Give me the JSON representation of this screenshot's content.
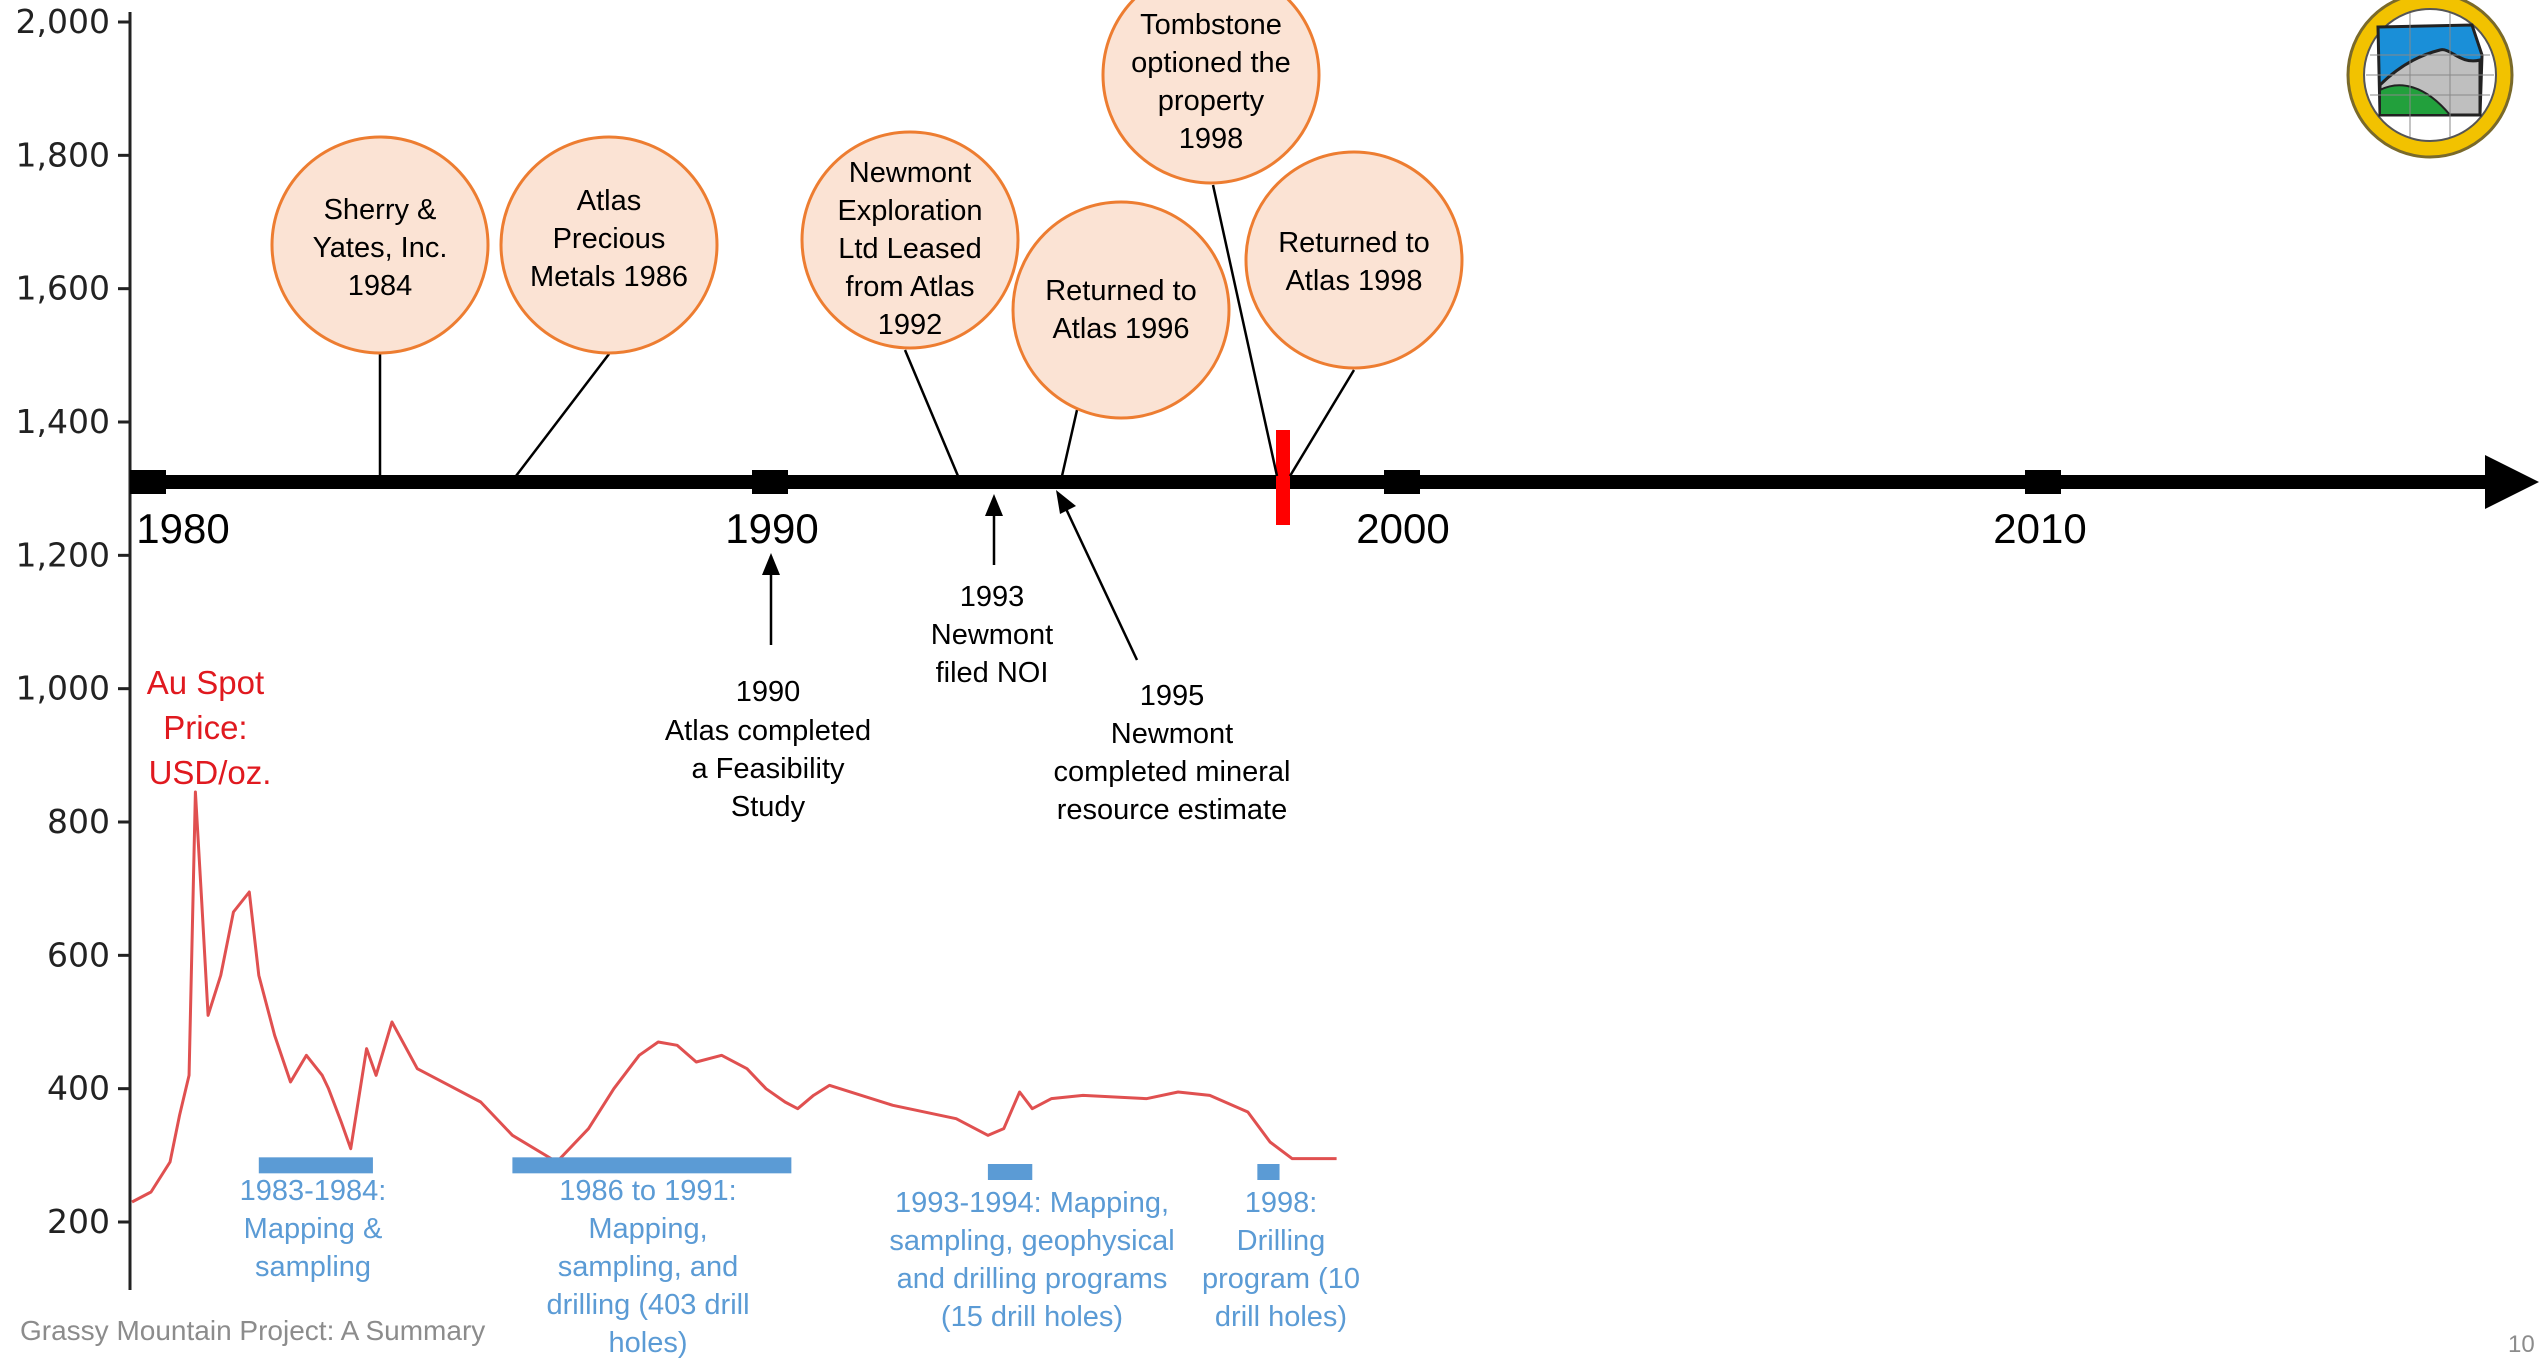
{
  "footer": {
    "title": "Grassy Mountain Project: A Summary",
    "page_number": "10"
  },
  "chart_data": {
    "type": "line",
    "price_label": [
      "Au Spot",
      "Price:",
      "USD/oz."
    ],
    "y_ticks": [
      "200",
      "400",
      "600",
      "800",
      "1,000",
      "1,200",
      "1,400",
      "1,600",
      "1,800",
      "2,000"
    ],
    "ylim": [
      100,
      2000
    ],
    "xlim": [
      1980,
      2017
    ],
    "x_ticks": [
      "1980",
      "1990",
      "2000",
      "2010"
    ],
    "series": [
      {
        "color": "#e05050",
        "x": [
          1980,
          1980.3,
          1980.6,
          1980.75,
          1980.9,
          1981.0,
          1981.1,
          1981.2,
          1981.4,
          1981.6,
          1981.85,
          1982.0,
          1982.25,
          1982.5,
          1982.75,
          1983.0,
          1983.1,
          1983.3,
          1983.45,
          1983.7,
          1983.85,
          1984.1,
          1984.5,
          1985.0,
          1985.5,
          1986.0,
          1986.7,
          1987.2,
          1987.6,
          1988.0,
          1988.3,
          1988.6,
          1988.9,
          1989.3,
          1989.7,
          1990.0,
          1990.3,
          1990.5,
          1990.75,
          1991.0,
          1992.0,
          1993.0,
          1993.5,
          1993.75,
          1994.0,
          1994.2,
          1994.5,
          1995.0,
          1996.0,
          1996.5,
          1997.0,
          1997.6,
          1997.95,
          1998.3,
          1998.6,
          1999.0
        ],
        "values": [
          230,
          245,
          290,
          360,
          420,
          845,
          680,
          510,
          570,
          665,
          695,
          570,
          480,
          410,
          450,
          420,
          400,
          350,
          310,
          460,
          420,
          500,
          430,
          405,
          380,
          330,
          290,
          340,
          400,
          450,
          470,
          465,
          440,
          450,
          430,
          400,
          380,
          370,
          390,
          405,
          375,
          355,
          330,
          340,
          395,
          370,
          385,
          390,
          385,
          395,
          390,
          365,
          320,
          295,
          295,
          295
        ]
      }
    ],
    "activities": [
      {
        "x0": 1982.0,
        "x1": 1983.8,
        "value": 285,
        "label": [
          "1983-1984:",
          "Mapping &",
          "sampling"
        ]
      },
      {
        "x0": 1986.0,
        "x1": 1990.4,
        "value": 285,
        "label": [
          "1986 to 1991:",
          "Mapping,",
          "sampling, and",
          "drilling (403 drill",
          "holes)"
        ]
      },
      {
        "x0": 1993.5,
        "x1": 1994.2,
        "value": 275,
        "label": [
          "1993-1994: Mapping,",
          "sampling, geophysical",
          "and drilling programs",
          "(15 drill holes)"
        ]
      },
      {
        "x0": 1997.75,
        "x1": 1998.1,
        "value": 275,
        "label": [
          "1998:",
          "Drilling",
          "program (10",
          "drill holes)"
        ]
      }
    ],
    "events_above": [
      {
        "x": 1984.0,
        "lines": [
          "Sherry &",
          "Yates, Inc.",
          "1984"
        ]
      },
      {
        "x": 1986.0,
        "lines": [
          "Atlas",
          "Precious",
          "Metals 1986"
        ]
      },
      {
        "x": 1992.0,
        "lines": [
          "Newmont",
          "Exploration",
          "Ltd Leased",
          "from Atlas",
          "1992"
        ]
      },
      {
        "x": 1996.0,
        "lines": [
          "Returned to",
          "Atlas 1996"
        ]
      },
      {
        "x": 1998.0,
        "lines": [
          "Tombstone",
          "optioned the",
          "property",
          "1998"
        ]
      },
      {
        "x": 1998.1,
        "lines": [
          "Returned to",
          "Atlas 1998"
        ]
      }
    ],
    "events_below": [
      {
        "x": 1990.0,
        "lines": [
          "1990",
          "Atlas completed",
          "a Feasibility",
          "Study"
        ]
      },
      {
        "x": 1993.0,
        "lines": [
          "1993",
          "Newmont",
          "filed NOI"
        ]
      },
      {
        "x": 1995.0,
        "lines": [
          "1995",
          "Newmont",
          "completed mineral",
          "resource estimate"
        ]
      }
    ],
    "highlight_year": 1998
  },
  "logo": {
    "name": "oregon-dogami-seal",
    "colors": [
      "#f2c200",
      "#1a8fd8",
      "#22a03c",
      "#999999"
    ]
  },
  "colors": {
    "bubble_fill": "#fbe3d4",
    "bubble_stroke": "#ed7d31",
    "activity": "#5b9bd5",
    "price_line": "#e05050",
    "timeline": "#000000",
    "highlight": "#ff0000"
  }
}
